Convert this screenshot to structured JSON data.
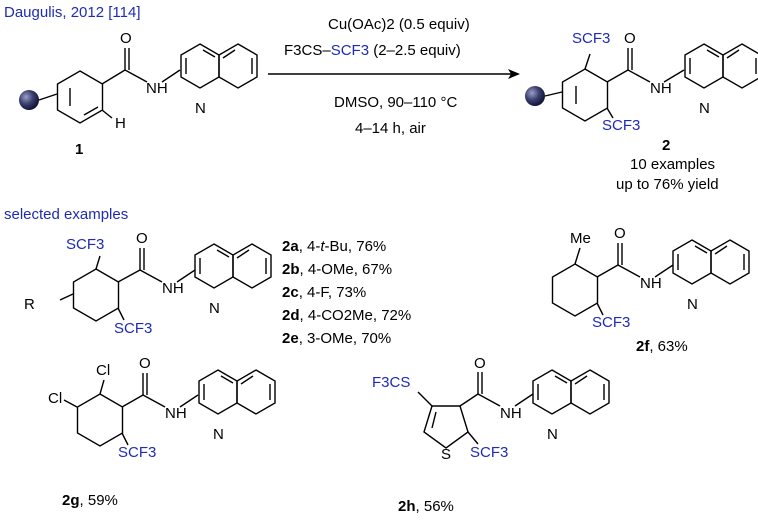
{
  "header": {
    "citation": "Daugulis, 2012 [114]"
  },
  "reaction": {
    "reagent_line1": "Cu(OAc)2 (0.5 equiv)",
    "reagent_line2_black": "F3CS–",
    "reagent_line2_blue": "SCF3",
    "reagent_line2_tail": " (2–2.5 equiv)",
    "conditions_line1": "DMSO, 90–110 °C",
    "conditions_line2": "4–14 h, air"
  },
  "starting_material": {
    "number": "1"
  },
  "product": {
    "number": "2",
    "examples": "10 examples",
    "yield": "up to 76% yield"
  },
  "atom_labels": {
    "O": "O",
    "N": "N",
    "H": "H",
    "NH": "NH",
    "R": "R",
    "Me": "Me",
    "Cl": "Cl",
    "S": "S",
    "SCF3": "SCF3",
    "F3CS": "F3CS"
  },
  "selected_examples_title": "selected examples",
  "example_list": [
    {
      "id": "2a",
      "text": ", 4-",
      "italic": "t",
      "text2": "-Bu, 76%"
    },
    {
      "id": "2b",
      "text": ", 4-OMe, 67%"
    },
    {
      "id": "2c",
      "text": ", 4-F, 73%"
    },
    {
      "id": "2d",
      "text": ", 4-CO2Me, 72%"
    },
    {
      "id": "2e",
      "text": ", 3-OMe, 70%"
    }
  ],
  "example_2f": {
    "id": "2f",
    "yield": ", 63%"
  },
  "example_2g": {
    "id": "2g",
    "yield": ", 59%"
  },
  "example_2h": {
    "id": "2h",
    "yield": ", 56%"
  },
  "colors": {
    "heteroatom_label": "#1f2bb5",
    "text": "#000000",
    "bond": "#000000"
  }
}
